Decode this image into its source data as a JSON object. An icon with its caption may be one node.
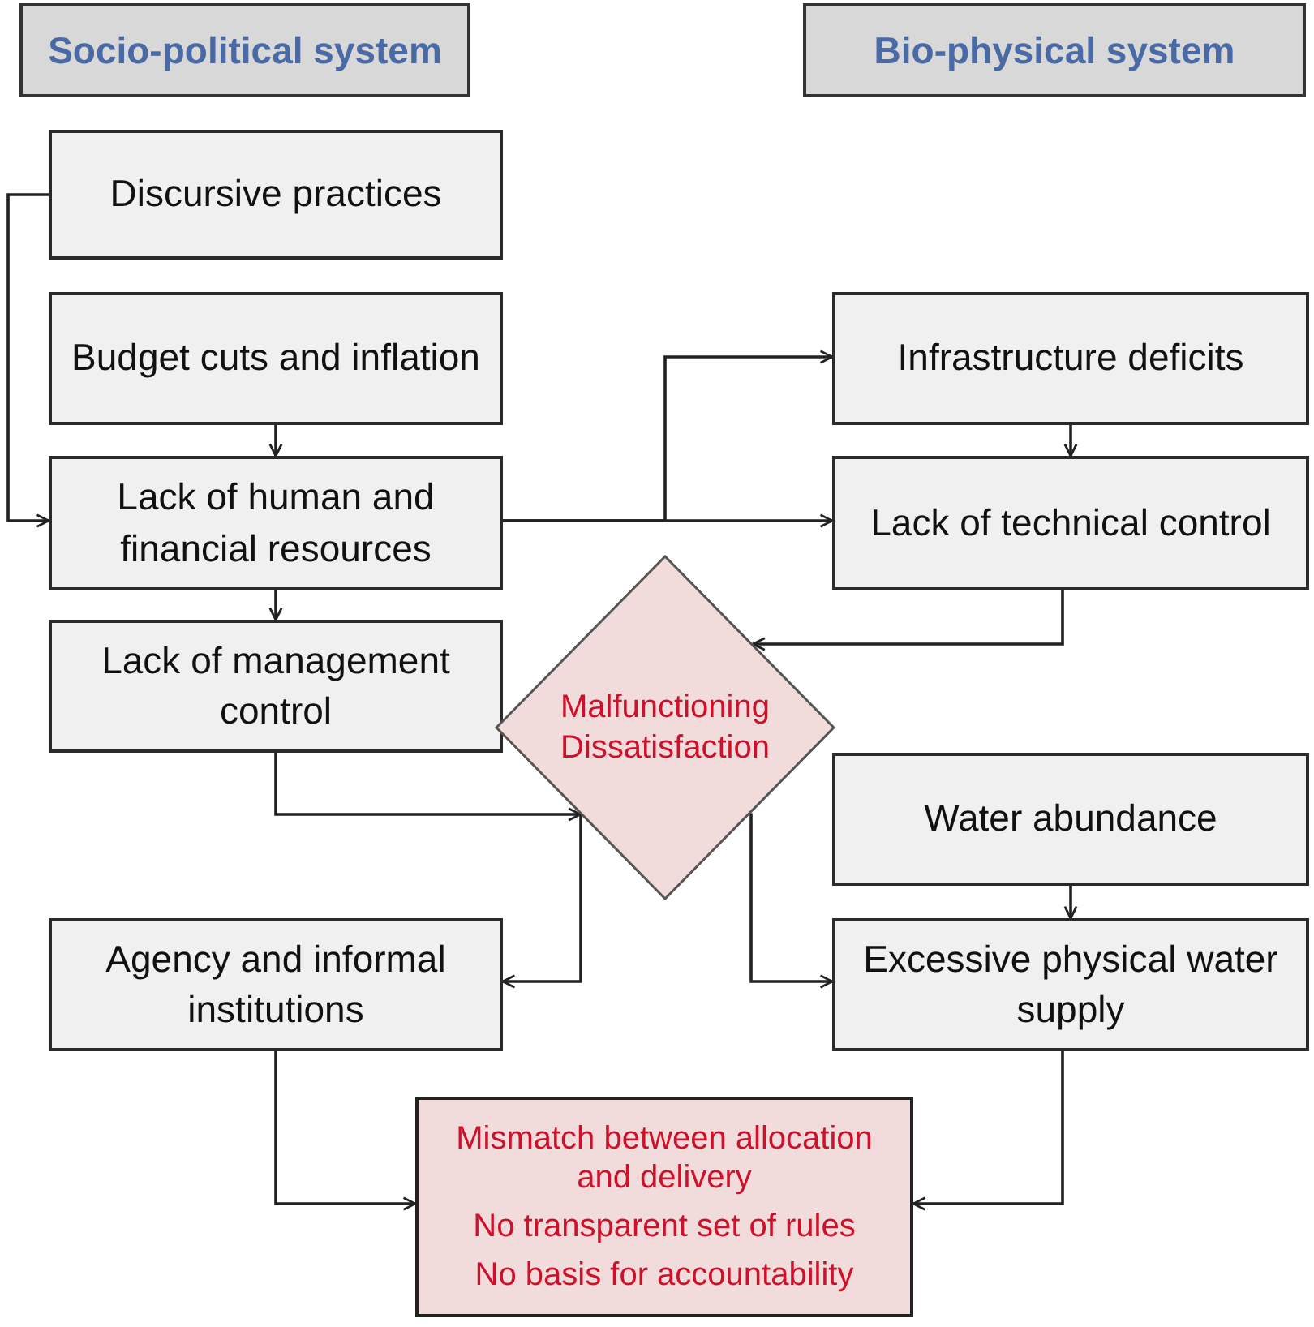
{
  "diagram": {
    "nodes": [
      {
        "text": [
          "Socio-political system"
        ]
      },
      {
        "text": [
          "Bio-physical system"
        ]
      },
      {
        "text": [
          "Discursive practices"
        ]
      },
      {
        "text": [
          "Budget cuts and inflation"
        ]
      },
      {
        "text": [
          "Lack of human and financial resources"
        ]
      },
      {
        "text": [
          "Lack of management control"
        ]
      },
      {
        "text": [
          "Infrastructure deficits"
        ]
      },
      {
        "text": [
          "Lack of technical control"
        ]
      },
      {
        "text": [
          "Malfunctioning",
          "Dissatisfaction"
        ]
      },
      {
        "text": [
          "Water abundance"
        ]
      },
      {
        "text": [
          "Excessive physical water supply"
        ]
      },
      {
        "text": [
          "Agency and informal institutions"
        ]
      },
      {
        "text": [
          "Mismatch between allocation and delivery",
          "No transparent set of rules",
          "No basis for accountability"
        ]
      }
    ],
    "edges": [
      {
        "from": 2,
        "to": 4,
        "arrow": "to"
      },
      {
        "from": 3,
        "to": 4,
        "arrow": "to"
      },
      {
        "from": 4,
        "to": 5,
        "arrow": "to"
      },
      {
        "from": 4,
        "to": 7,
        "arrow": "to"
      },
      {
        "from": 4,
        "to": 6,
        "arrow": "to"
      },
      {
        "from": 6,
        "to": 7,
        "arrow": "to"
      },
      {
        "from": 7,
        "to": 8,
        "arrow": "to"
      },
      {
        "from": 5,
        "to": 8,
        "arrow": "to"
      },
      {
        "from": 8,
        "to": 11,
        "arrow": "to"
      },
      {
        "from": 8,
        "to": 10,
        "arrow": "to"
      },
      {
        "from": 9,
        "to": 10,
        "arrow": "to"
      },
      {
        "from": 11,
        "to": 12,
        "arrow": "to"
      },
      {
        "from": 10,
        "to": 12,
        "arrow": "to"
      }
    ]
  }
}
